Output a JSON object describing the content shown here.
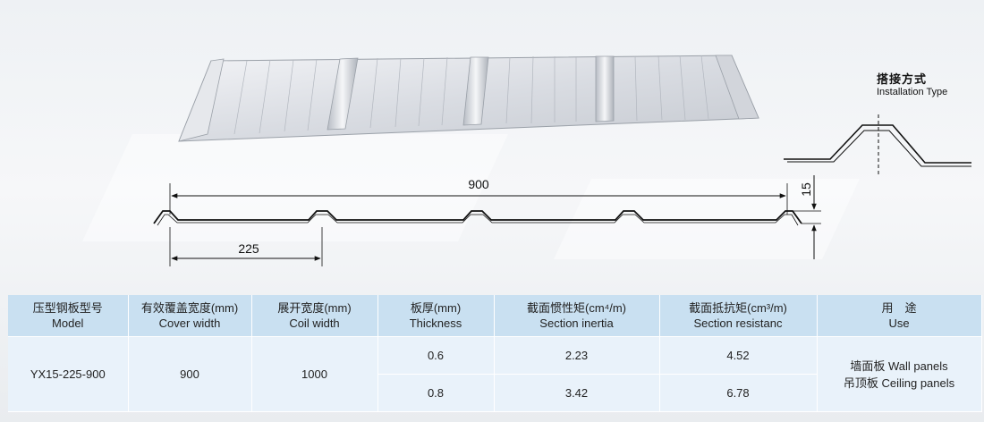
{
  "installation": {
    "title_zh": "搭接方式",
    "title_en": "Installation Type"
  },
  "dimensions": {
    "total_width": "900",
    "rib_pitch": "225",
    "rib_height": "15"
  },
  "table": {
    "headers": [
      {
        "zh": "压型钢板型号",
        "en": "Model"
      },
      {
        "zh": "有效覆盖宽度(mm)",
        "en": "Cover width"
      },
      {
        "zh": "展开宽度(mm)",
        "en": "Coil width"
      },
      {
        "zh": "板厚(mm)",
        "en": "Thickness"
      },
      {
        "zh": "截面惯性矩(cm⁴/m)",
        "en": "Section inertia"
      },
      {
        "zh": "截面抵抗矩(cm³/m)",
        "en": "Section resistanc"
      },
      {
        "zh": "用　途",
        "en": "Use"
      }
    ],
    "model": "YX15-225-900",
    "cover_width": "900",
    "coil_width": "1000",
    "rows": [
      {
        "thickness": "0.6",
        "inertia": "2.23",
        "resistance": "4.52"
      },
      {
        "thickness": "0.8",
        "inertia": "3.42",
        "resistance": "6.78"
      }
    ],
    "use": {
      "line1": "墙面板  Wall panels",
      "line2": "吊顶板  Ceiling panels"
    }
  }
}
